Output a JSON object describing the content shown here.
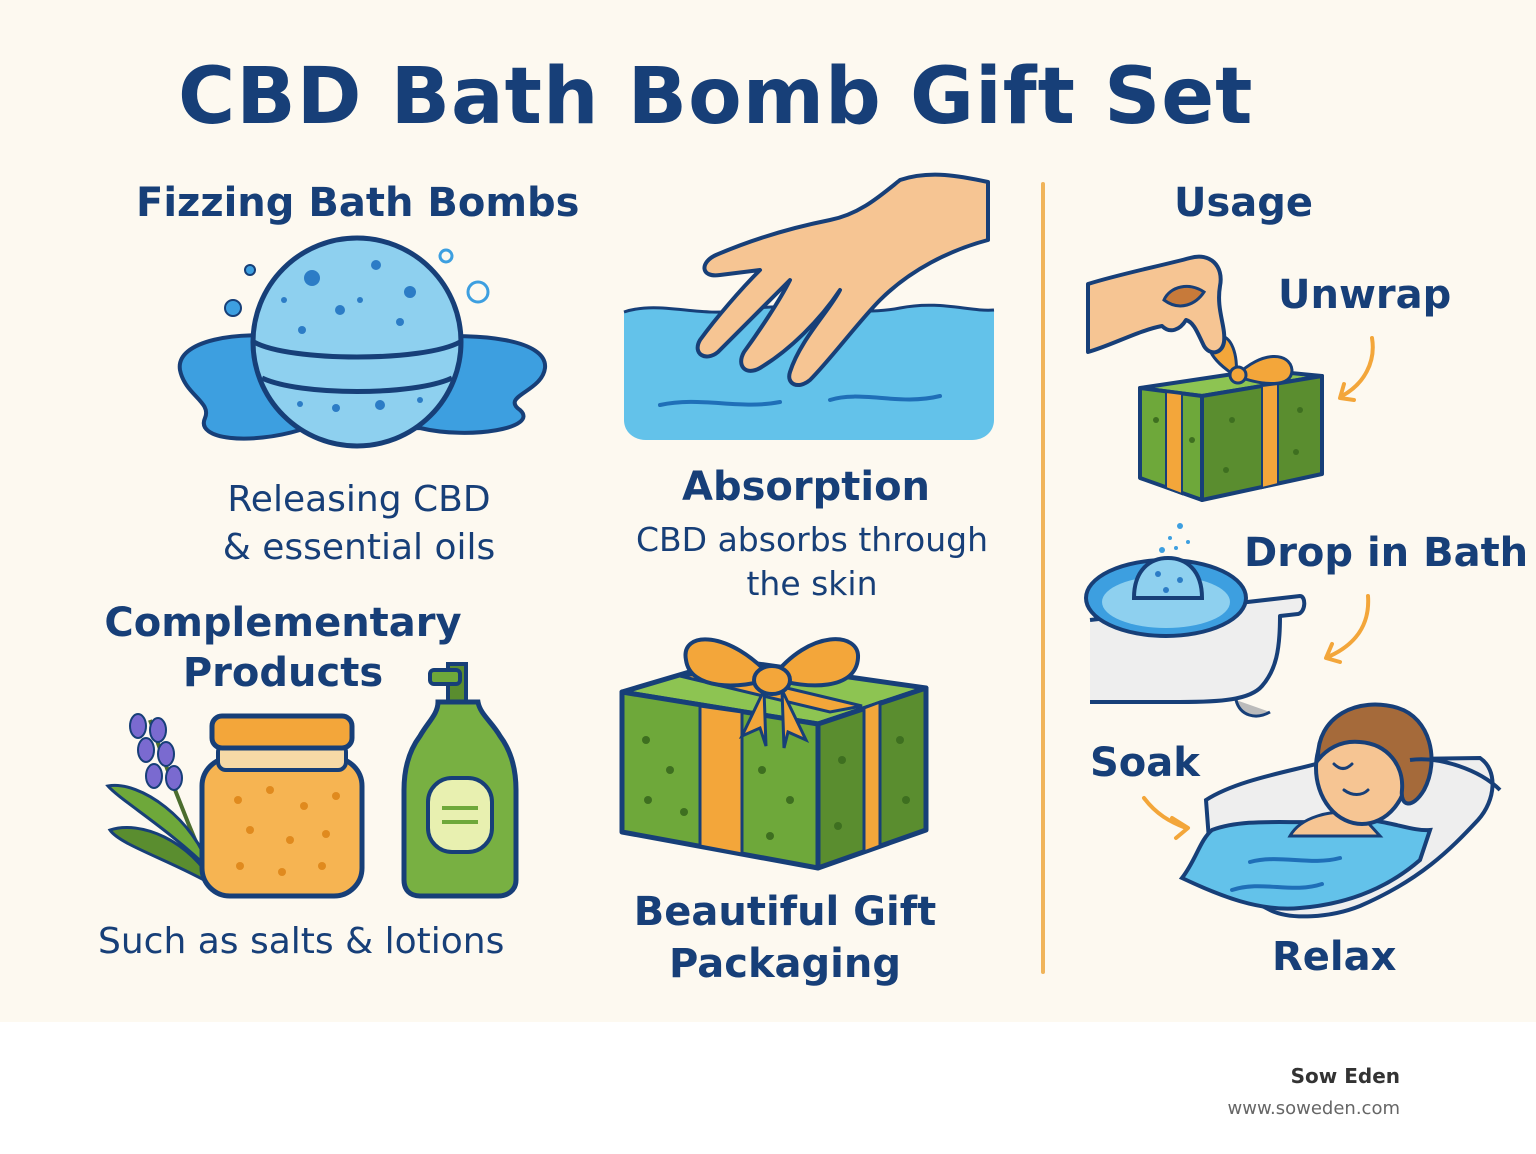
{
  "title": "CBD Bath Bomb Gift Set",
  "sections": {
    "bath_bombs": {
      "heading": "Fizzing Bath Bombs",
      "caption_line1": "Releasing CBD",
      "caption_line2": "& essential oils"
    },
    "absorption": {
      "heading": "Absorption",
      "caption_line1": "CBD absorbs through",
      "caption_line2": "the skin"
    },
    "complementary": {
      "heading_line1": "Complementary",
      "heading_line2": "Products",
      "caption": "Such as salts & lotions"
    },
    "gift": {
      "heading_line1": "Beautiful Gift",
      "heading_line2": "Packaging"
    }
  },
  "usage": {
    "heading": "Usage",
    "steps": [
      "Unwrap",
      "Drop in Bath",
      "Soak",
      "Relax"
    ]
  },
  "footer": {
    "brand": "Sow Eden",
    "url": "www.soweden.com"
  },
  "colors": {
    "background": "#fdf9f0",
    "heading": "#173f78",
    "water": "#4aaee0",
    "bath_bomb": "#8ed0ef",
    "gift_box": "#6ea83a",
    "ribbon": "#f3a63a",
    "divider": "#f0b45a",
    "outline": "#173f78"
  },
  "icons": [
    "bath-bomb-icon",
    "hand-in-water-icon",
    "jar-icon",
    "lavender-icon",
    "lotion-bottle-icon",
    "gift-box-icon",
    "hand-unwrap-icon",
    "bathtub-icon",
    "person-bathing-icon",
    "arrow-icon"
  ]
}
